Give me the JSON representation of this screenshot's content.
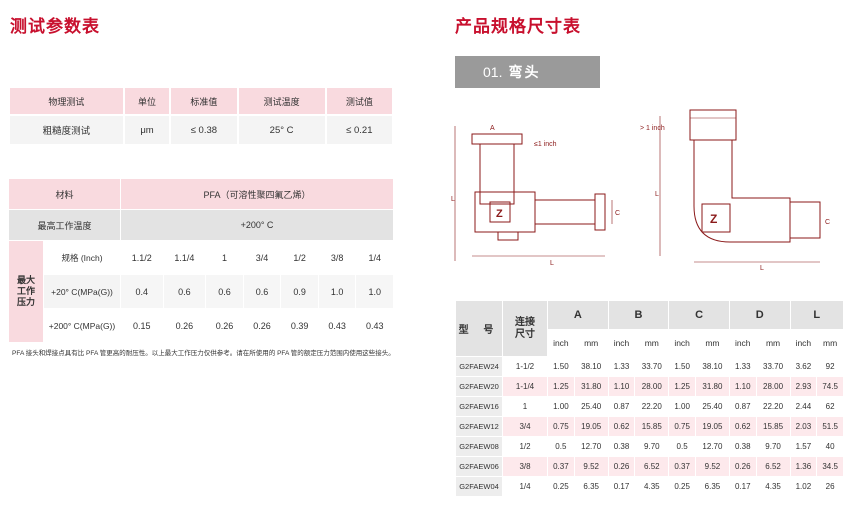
{
  "titles": {
    "test_params": "测试参数表",
    "spec_table": "产品规格尺寸表"
  },
  "test_table": {
    "headers": [
      "物理测试",
      "单位",
      "标准值",
      "测试温度",
      "测试值"
    ],
    "row": [
      "粗糙度测试",
      "μm",
      "≤ 0.38",
      "25° C",
      "≤ 0.21"
    ]
  },
  "material_table": {
    "material_label": "材料",
    "material_value": "PFA（可溶性聚四氟乙烯）",
    "max_temp_label": "最高工作温度",
    "max_temp_value": "+200° C",
    "max_pressure_label_lines": [
      "最大",
      "工作",
      "压力"
    ],
    "spec_label": "规格 (Inch)",
    "sizes": [
      "1.1/2",
      "1.1/4",
      "1",
      "3/4",
      "1/2",
      "3/8",
      "1/4"
    ],
    "row_20": {
      "label": "+20° C(MPa(G))",
      "values": [
        "0.4",
        "0.6",
        "0.6",
        "0.6",
        "0.9",
        "1.0",
        "1.0"
      ]
    },
    "row_200": {
      "label": "+200° C(MPa(G))",
      "values": [
        "0.15",
        "0.26",
        "0.26",
        "0.26",
        "0.39",
        "0.43",
        "0.43"
      ]
    }
  },
  "note": "PFA 接头和焊接点具有比 PFA 管更高的耐压性。以上最大工作压力仅供参考。请在所使用的 PFA 管的额定压力范围内使用这些接头。",
  "banner": {
    "num": "01.",
    "text": "弯头"
  },
  "drawing_labels": {
    "left_note": "≤1 inch",
    "right_note": "> 1 inch",
    "A": "A",
    "C": "C",
    "L": "L",
    "Z": "Z"
  },
  "spec_table": {
    "header_model": "型 号",
    "header_conn_lines": [
      "连接",
      "尺寸"
    ],
    "columns": [
      "A",
      "B",
      "C",
      "D",
      "L"
    ],
    "unit_inch": "inch",
    "unit_mm": "mm",
    "rows": [
      {
        "model": "G2FAEW24",
        "size": "1-1/2",
        "vals": [
          "1.50",
          "38.10",
          "1.33",
          "33.70",
          "1.50",
          "38.10",
          "1.33",
          "33.70",
          "3.62",
          "92"
        ]
      },
      {
        "model": "G2FAEW20",
        "size": "1-1/4",
        "vals": [
          "1.25",
          "31.80",
          "1.10",
          "28.00",
          "1.25",
          "31.80",
          "1.10",
          "28.00",
          "2.93",
          "74.5"
        ]
      },
      {
        "model": "G2FAEW16",
        "size": "1",
        "vals": [
          "1.00",
          "25.40",
          "0.87",
          "22.20",
          "1.00",
          "25.40",
          "0.87",
          "22.20",
          "2.44",
          "62"
        ]
      },
      {
        "model": "G2FAEW12",
        "size": "3/4",
        "vals": [
          "0.75",
          "19.05",
          "0.62",
          "15.85",
          "0.75",
          "19.05",
          "0.62",
          "15.85",
          "2.03",
          "51.5"
        ]
      },
      {
        "model": "G2FAEW08",
        "size": "1/2",
        "vals": [
          "0.5",
          "12.70",
          "0.38",
          "9.70",
          "0.5",
          "12.70",
          "0.38",
          "9.70",
          "1.57",
          "40"
        ]
      },
      {
        "model": "G2FAEW06",
        "size": "3/8",
        "vals": [
          "0.37",
          "9.52",
          "0.26",
          "6.52",
          "0.37",
          "9.52",
          "0.26",
          "6.52",
          "1.36",
          "34.5"
        ]
      },
      {
        "model": "G2FAEW04",
        "size": "1/4",
        "vals": [
          "0.25",
          "6.35",
          "0.17",
          "4.35",
          "0.25",
          "6.35",
          "0.17",
          "4.35",
          "1.02",
          "26"
        ]
      }
    ]
  },
  "colors": {
    "accent": "#c8102e",
    "pink": "#f9dadf",
    "gray": "#e3e3e3",
    "drawing": "#8b1a1a"
  }
}
